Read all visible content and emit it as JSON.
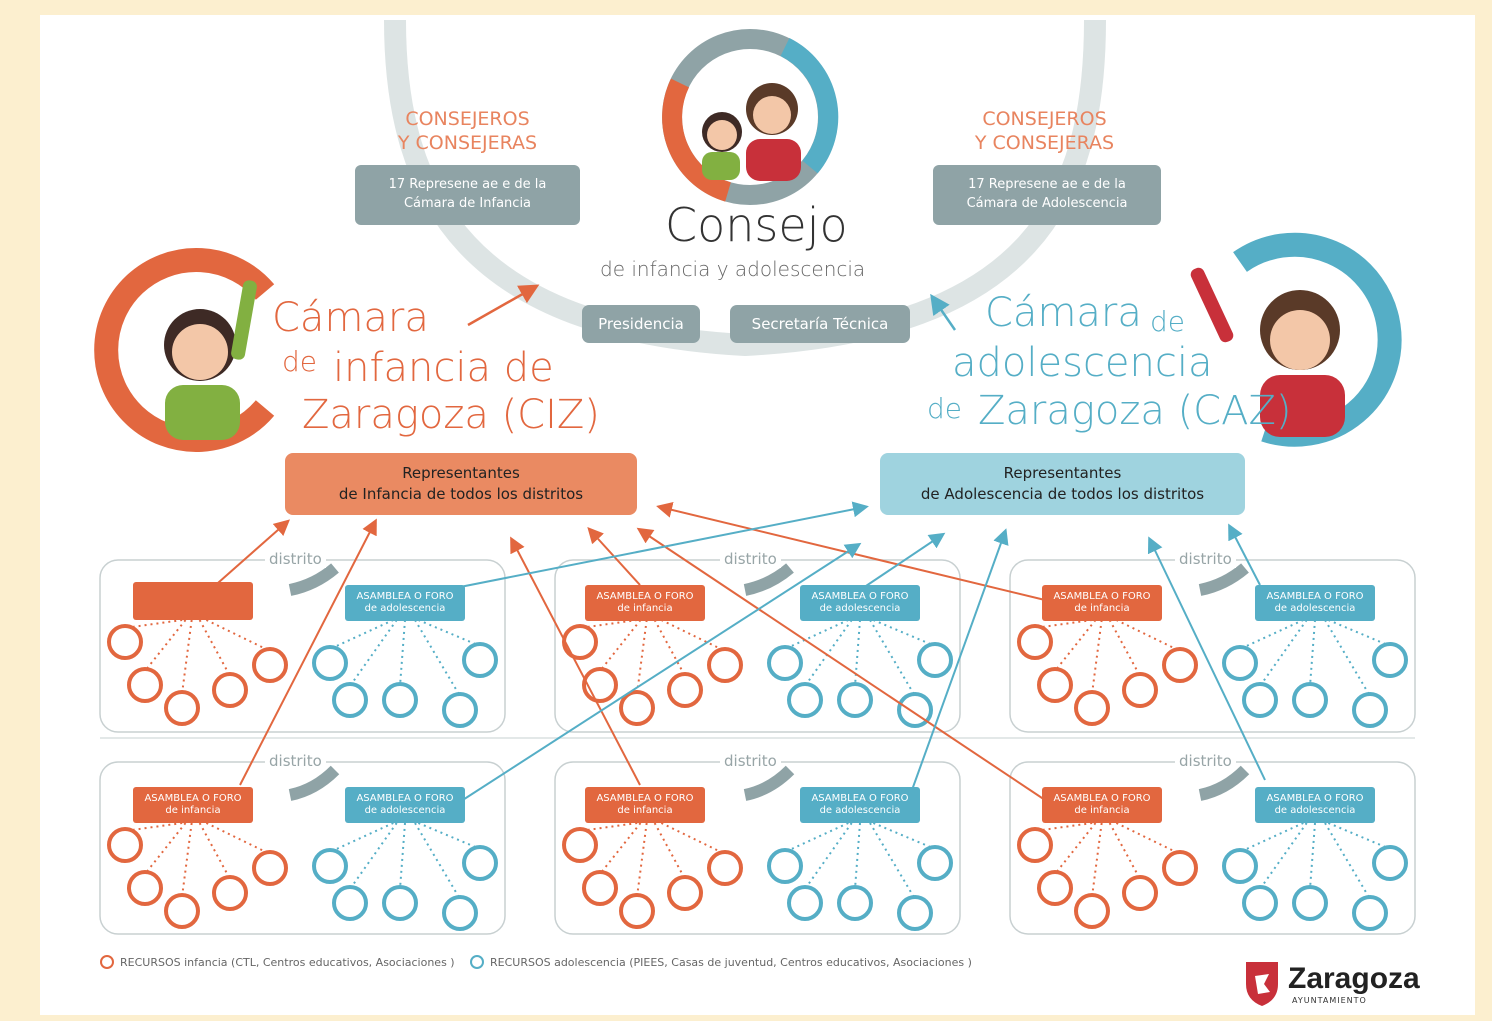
{
  "consejo": {
    "title": "Consejo",
    "subtitle": "de infancia y adolescencia",
    "presidencia": "Presidencia",
    "secretaria": "Secretaría Técnica"
  },
  "consejeros_left": {
    "label": "CONSEJEROS\nY CONSEJERAS",
    "box": "17 Represene ae e de la\nCámara de Infancia"
  },
  "consejeros_right": {
    "label": "CONSEJEROS\nY CONSEJERAS",
    "box": "17 Represene ae e de la\nCámara de Adolescencia"
  },
  "camara_infancia": {
    "line1": "Cámara",
    "line2_de": "de",
    "line2": "infancia de",
    "line3": "Zaragoza (CIZ)"
  },
  "camara_adolescencia": {
    "line1": "Cámara",
    "line1_de": "de",
    "line2": "adolescencia",
    "line3_de": "de",
    "line3": "Zaragoza (CAZ)"
  },
  "rep_infancia": "Representantes\nde Infancia de todos los distritos",
  "rep_adolescencia": "Representantes\nde Adolescencia de todos los distritos",
  "district_label": "distrito",
  "asamblea_infancia": "ASAMBLEA O FORO\nde infancia",
  "asamblea_adolescencia": "ASAMBLEA O FORO\nde adolescencia",
  "legend": {
    "infancia": "RECURSOS infancia (CTL, Centros educativos, Asociaciones )",
    "adolescencia": "RECURSOS adolescencia (PIEES, Casas de juventud, Centros educativos, Asociaciones )"
  },
  "logo": {
    "name": "Zaragoza",
    "sub": "AYUNTAMIENTO"
  },
  "colors": {
    "orange": "#e2673f",
    "blue": "#55aec6",
    "gray": "#8fa3a6",
    "frame": "#fcefcf"
  }
}
